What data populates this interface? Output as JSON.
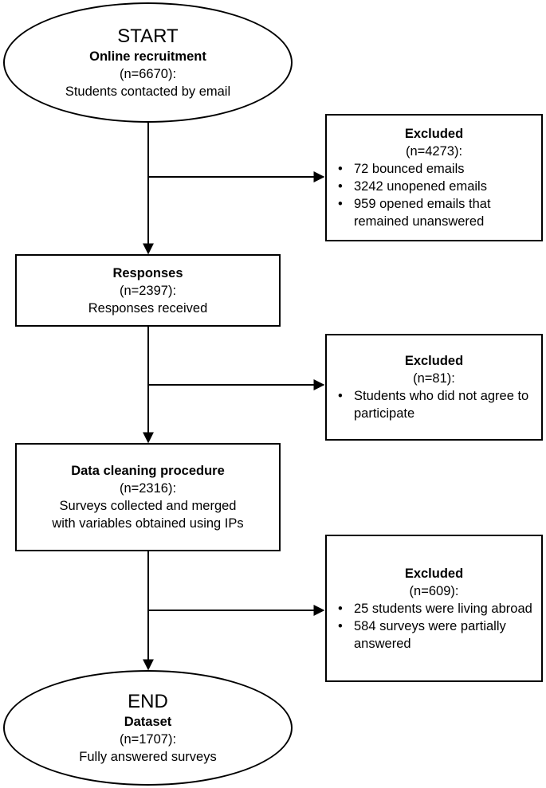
{
  "start": {
    "heading": "START",
    "title": "Online recruitment",
    "count": "(n=6670):",
    "desc": "Students contacted by email"
  },
  "excluded1": {
    "title": "Excluded",
    "count": "(n=4273):",
    "items": [
      "72 bounced emails",
      "3242 unopened emails",
      "959 opened emails that remained unanswered"
    ]
  },
  "responses": {
    "title": "Responses",
    "count": "(n=2397):",
    "desc": "Responses received"
  },
  "excluded2": {
    "title": "Excluded",
    "count": "(n=81):",
    "items": [
      "Students who did not agree to participate"
    ]
  },
  "cleaning": {
    "title": "Data cleaning procedure",
    "count": "(n=2316):",
    "desc": "Surveys collected and merged with variables obtained using IPs"
  },
  "excluded3": {
    "title": "Excluded",
    "count": "(n=609):",
    "items": [
      "25 students were living abroad",
      "584 surveys were partially answered"
    ]
  },
  "end": {
    "heading": "END",
    "title": "Dataset",
    "count": "(n=1707):",
    "desc": "Fully answered surveys"
  }
}
